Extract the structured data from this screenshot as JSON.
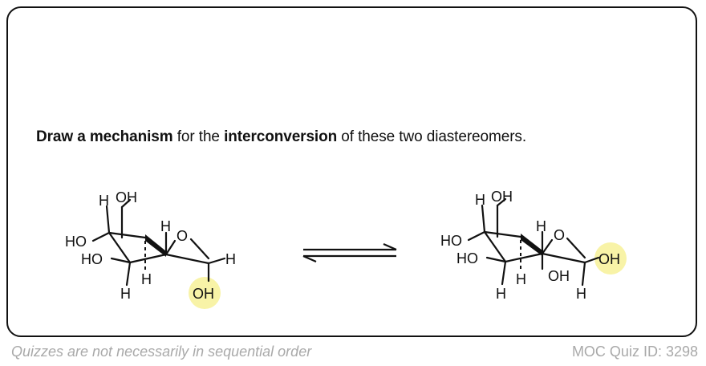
{
  "question": {
    "part1": "Draw a mechanism",
    "part2": " for the ",
    "part3": "interconversion",
    "part4": " of these two diastereomers."
  },
  "footer": {
    "left": "Quizzes are not necessarily in sequential order",
    "right": "MOC Quiz ID: 3298"
  },
  "molecule_left": {
    "labels": [
      "H",
      "OH",
      "H",
      "O",
      "HO",
      "HO",
      "H",
      "H",
      "H",
      "OH"
    ]
  },
  "molecule_right": {
    "labels": [
      "H",
      "OH",
      "H",
      "O",
      "HO",
      "HO",
      "OH",
      "H",
      "H",
      "OH",
      "H"
    ]
  },
  "colors": {
    "border": "#111111",
    "text": "#111111",
    "highlight": "#f5ef8a",
    "footer": "#a9a9a9"
  }
}
